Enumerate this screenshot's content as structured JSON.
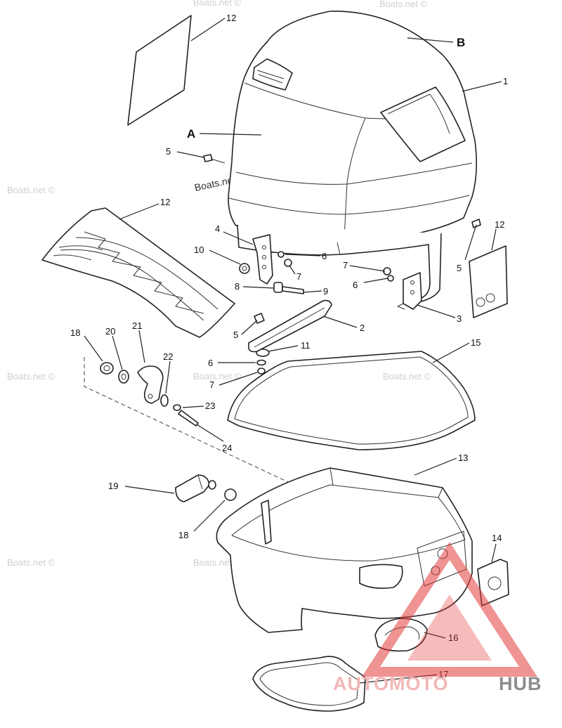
{
  "watermark": {
    "text": "Boats.net ©",
    "color": "#cfcfcf"
  },
  "brand_logo": {
    "text_auto": "AUTOMOTO",
    "text_hub": "HUB",
    "accent_color": "#e43b3b",
    "hub_color": "#8d8d8d"
  },
  "callouts": {
    "A": "A",
    "B": "B",
    "p1": "1",
    "p2": "2",
    "p3": "3",
    "p4": "4",
    "p5a": "5",
    "p5b": "5",
    "p5c": "5",
    "p6a": "6",
    "p6b": "6",
    "p6c": "6",
    "p7a": "7",
    "p7b": "7",
    "p7c": "7",
    "p8": "8",
    "p9": "9",
    "p10": "10",
    "p11": "11",
    "p12a": "12",
    "p12b": "12",
    "p12c": "12",
    "p13": "13",
    "p14": "14",
    "p15": "15",
    "p16": "16",
    "p17": "17",
    "p18a": "18",
    "p18b": "18",
    "p19": "19",
    "p20": "20",
    "p21": "21",
    "p22": "22",
    "p23": "23",
    "p24": "24"
  }
}
